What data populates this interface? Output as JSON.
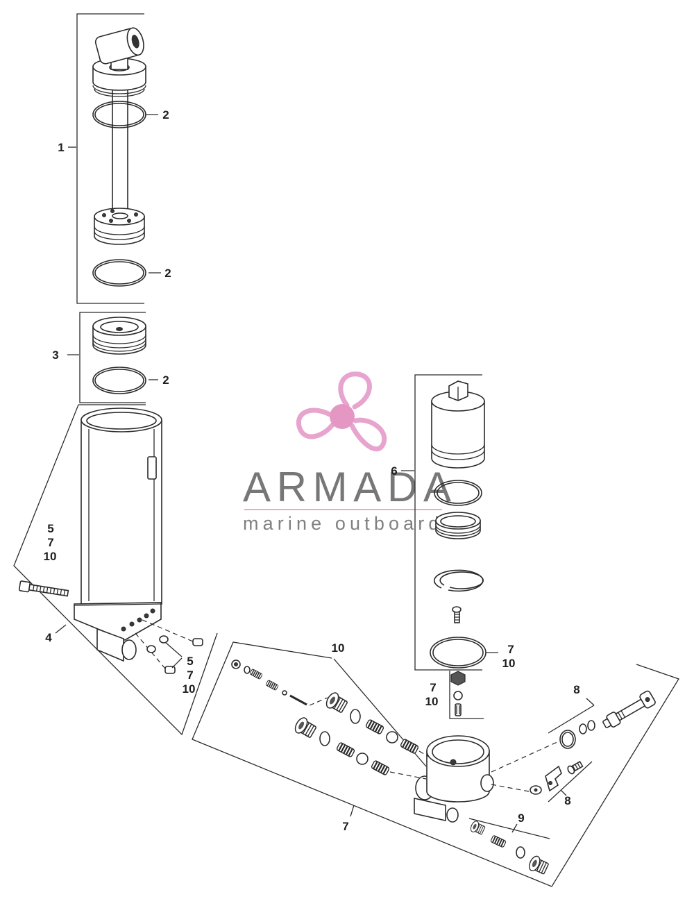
{
  "labels": {
    "p1": "1",
    "p2": "2",
    "p3": "3",
    "p4": "4",
    "p5": "5",
    "p6": "6",
    "p7": "7",
    "p8": "8",
    "p9": "9",
    "p10": "10"
  },
  "logo": {
    "brand": "ARMADA",
    "tagline": "marine outboards",
    "accent_color": "#e597c4",
    "text_color": "#777777"
  }
}
